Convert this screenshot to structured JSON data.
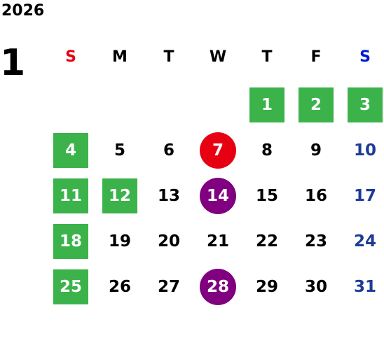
{
  "calendar": {
    "year": "2026",
    "month": "1",
    "weekdays": [
      "S",
      "M",
      "T",
      "W",
      "T",
      "F",
      "S"
    ],
    "colors": {
      "sunday_header": "#e60012",
      "saturday_header": "#0019d6",
      "saturday_date": "#1e3c96",
      "default_date": "#000000",
      "holiday_bg": "#3bb34a",
      "circle_red": "#e60012",
      "circle_purple": "#800080"
    },
    "weeks": [
      [
        null,
        null,
        null,
        null,
        {
          "d": "1",
          "style": "hol"
        },
        {
          "d": "2",
          "style": "hol"
        },
        {
          "d": "3",
          "style": "hol"
        }
      ],
      [
        {
          "d": "4",
          "style": "hol"
        },
        {
          "d": "5"
        },
        {
          "d": "6"
        },
        {
          "d": "7",
          "style": "circle-red"
        },
        {
          "d": "8"
        },
        {
          "d": "9"
        },
        {
          "d": "10",
          "style": "sat"
        }
      ],
      [
        {
          "d": "11",
          "style": "hol"
        },
        {
          "d": "12",
          "style": "hol"
        },
        {
          "d": "13"
        },
        {
          "d": "14",
          "style": "circle-purple"
        },
        {
          "d": "15"
        },
        {
          "d": "16"
        },
        {
          "d": "17",
          "style": "sat"
        }
      ],
      [
        {
          "d": "18",
          "style": "hol"
        },
        {
          "d": "19"
        },
        {
          "d": "20"
        },
        {
          "d": "21"
        },
        {
          "d": "22"
        },
        {
          "d": "23"
        },
        {
          "d": "24",
          "style": "sat"
        }
      ],
      [
        {
          "d": "25",
          "style": "hol"
        },
        {
          "d": "26"
        },
        {
          "d": "27"
        },
        {
          "d": "28",
          "style": "circle-purple"
        },
        {
          "d": "29"
        },
        {
          "d": "30"
        },
        {
          "d": "31",
          "style": "sat"
        }
      ]
    ]
  }
}
